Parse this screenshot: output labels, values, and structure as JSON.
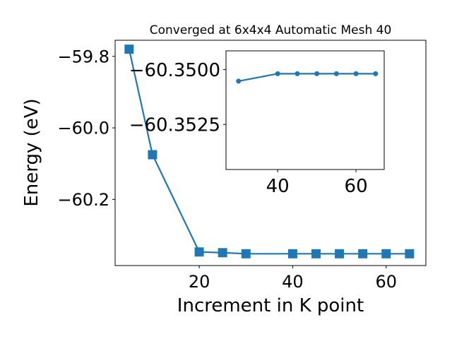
{
  "chart_data": [
    {
      "type": "line",
      "title": "Converged at 6x4x4 Automatic Mesh 40",
      "xlabel": "Increment in K point",
      "ylabel": "Energy (eV)",
      "x": [
        5,
        10,
        20,
        25,
        30,
        40,
        45,
        50,
        55,
        60,
        65
      ],
      "series": [
        {
          "values": [
            -59.78,
            -60.075,
            -60.347,
            -60.349,
            -60.352,
            -60.352,
            -60.352,
            -60.352,
            -60.352,
            -60.352,
            -60.352
          ]
        }
      ],
      "xlim": [
        2,
        68.5
      ],
      "ylim": [
        -60.385,
        -59.755
      ],
      "xticks": [
        20,
        40,
        60
      ],
      "yticks": [
        -59.8,
        -60.0,
        -60.2
      ],
      "xtick_labels": [
        "20",
        "40",
        "60"
      ],
      "ytick_labels": [
        "−59.8",
        "−60.0",
        "−60.2"
      ],
      "marker": "square",
      "color": "#1f77b4"
    },
    {
      "type": "line",
      "x": [
        30,
        40,
        45,
        50,
        55,
        60,
        65
      ],
      "series": [
        {
          "values": [
            -60.35053,
            -60.35019,
            -60.35019,
            -60.35019,
            -60.35019,
            -60.35019,
            -60.35019
          ]
        }
      ],
      "xlim": [
        26.8,
        67.2
      ],
      "ylim": [
        -60.35455,
        -60.34915
      ],
      "xticks": [
        40,
        60
      ],
      "yticks": [
        -60.3525,
        -60.35
      ],
      "xtick_labels": [
        "40",
        "60"
      ],
      "ytick_labels": [
        "−60.3525",
        "−60.3500"
      ],
      "marker": "circle",
      "color": "#1f77b4"
    }
  ]
}
